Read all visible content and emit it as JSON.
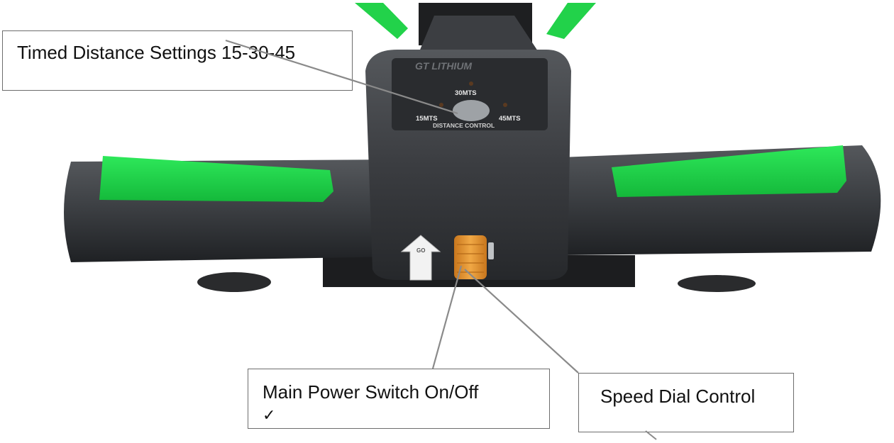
{
  "device": {
    "brand": "GT LITHIUM",
    "panel_title": "DISTANCE CONTROL",
    "settings": [
      "15MTS",
      "30MTS",
      "45MTS"
    ],
    "go_label": "GO",
    "colors": {
      "body": "#3a3c3f",
      "grip_green": "#22d24a",
      "panel": "#2a2c2f",
      "dial_orange": "#e2952e"
    }
  },
  "callouts": {
    "timed_distance": "Timed Distance Settings 15-30-45",
    "main_power": "Main Power Switch On/Off",
    "main_power_mark": "✓",
    "speed_dial": "Speed Dial Control"
  }
}
